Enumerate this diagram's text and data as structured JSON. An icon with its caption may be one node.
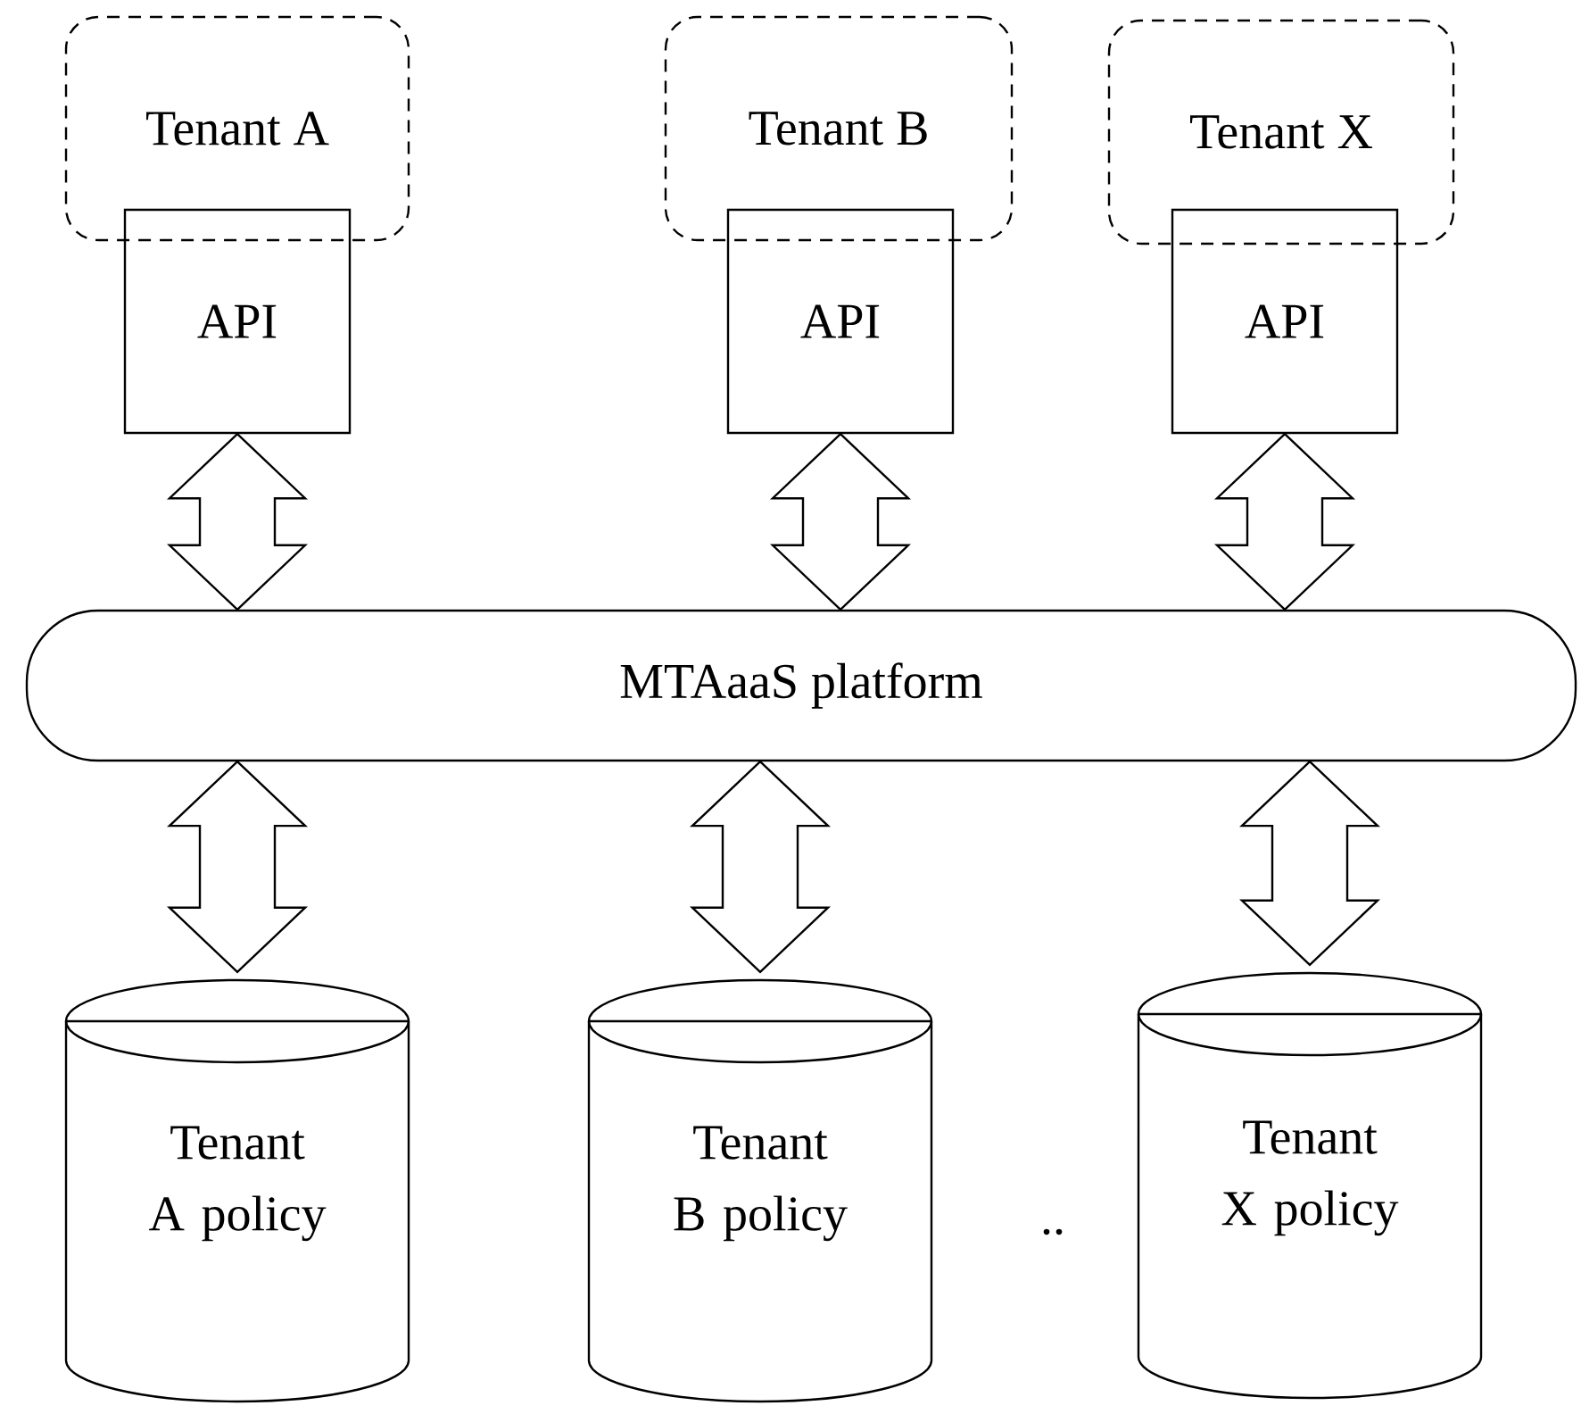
{
  "diagram": {
    "nodes": [
      {
        "text": [
          "Tenant A"
        ]
      },
      {
        "text": [
          "Tenant B"
        ]
      },
      {
        "text": [
          "Tenant X"
        ]
      },
      {
        "text": [
          "API"
        ]
      },
      {
        "text": [
          "API"
        ]
      },
      {
        "text": [
          "API"
        ]
      },
      {
        "text": [
          "MTAaaS platform"
        ]
      },
      {
        "text": [
          "Tenant A policy"
        ]
      },
      {
        "text": [
          "Tenant B policy"
        ]
      },
      {
        "text": [
          "Tenant X policy"
        ]
      }
    ],
    "edges": [
      {
        "from": 3,
        "to": 6,
        "arrow": "both"
      },
      {
        "from": 4,
        "to": 6,
        "arrow": "both"
      },
      {
        "from": 5,
        "to": 6,
        "arrow": "both"
      },
      {
        "from": 6,
        "to": 7,
        "arrow": "both"
      },
      {
        "from": 6,
        "to": 8,
        "arrow": "both"
      },
      {
        "from": 6,
        "to": 9,
        "arrow": "both"
      }
    ],
    "labels": [
      ".."
    ]
  }
}
